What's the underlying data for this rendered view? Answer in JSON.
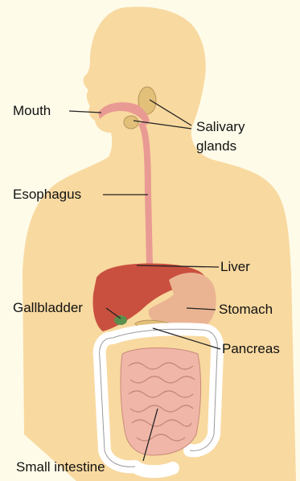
{
  "labels": {
    "mouth": "Mouth",
    "salivary_line1": "Salivary",
    "salivary_line2": "glands",
    "esophagus": "Esophagus",
    "liver": "Liver",
    "gallbladder": "Gallbladder",
    "stomach": "Stomach",
    "pancreas": "Pancreas",
    "small_intestine": "Small intestine"
  },
  "colors": {
    "background": "#fffbe9",
    "body": "#f8d9a0",
    "esophagus": "#e99a92",
    "liver": "#c94f3f",
    "stomach": "#eab392",
    "intestine": "#f0b7a8",
    "colon": "#ffffff",
    "gland": "#e2c07a",
    "gallbladder": "#5b8f4e",
    "leader": "#222222"
  }
}
